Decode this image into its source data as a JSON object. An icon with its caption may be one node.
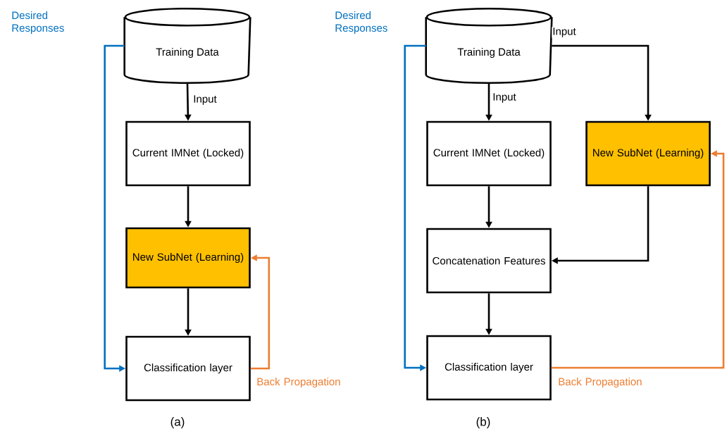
{
  "diagram": {
    "nodes": [
      {
        "text": [
          "Training Data"
        ]
      },
      {
        "text": [
          "Current IMNet (Locked)"
        ]
      },
      {
        "text": [
          "New SubNet (Learning)"
        ]
      },
      {
        "text": [
          "Classification layer"
        ]
      },
      {
        "text": [
          "Training Data"
        ]
      },
      {
        "text": [
          "Current IMNet (Locked)"
        ]
      },
      {
        "text": [
          "New SubNet (Learning)"
        ]
      },
      {
        "text": [
          "Concatenation Features"
        ]
      },
      {
        "text": [
          "Classification layer"
        ]
      }
    ],
    "edges": [
      {
        "from": 0,
        "to": 1,
        "arrow": "to",
        "label": "Input"
      },
      {
        "from": 1,
        "to": 2,
        "arrow": "to"
      },
      {
        "from": 2,
        "to": 3,
        "arrow": "to"
      },
      {
        "from": 0,
        "to": 3,
        "arrow": "to",
        "label": "Desired Responses",
        "color": "#0070c0"
      },
      {
        "from": 3,
        "to": 2,
        "arrow": "to",
        "label": "Back Propagation",
        "color": "#ed7d31"
      },
      {
        "from": 4,
        "to": 5,
        "arrow": "to",
        "label": "Input"
      },
      {
        "from": 4,
        "to": 6,
        "arrow": "to",
        "label": "Input"
      },
      {
        "from": 5,
        "to": 7,
        "arrow": "to"
      },
      {
        "from": 6,
        "to": 7,
        "arrow": "to"
      },
      {
        "from": 7,
        "to": 8,
        "arrow": "to"
      },
      {
        "from": 4,
        "to": 8,
        "arrow": "to",
        "label": "Desired Responses",
        "color": "#0070c0"
      },
      {
        "from": 8,
        "to": 6,
        "arrow": "to",
        "label": "Back Propagation",
        "color": "#ed7d31"
      }
    ],
    "labels": [
      "(a)",
      "(b)"
    ]
  }
}
